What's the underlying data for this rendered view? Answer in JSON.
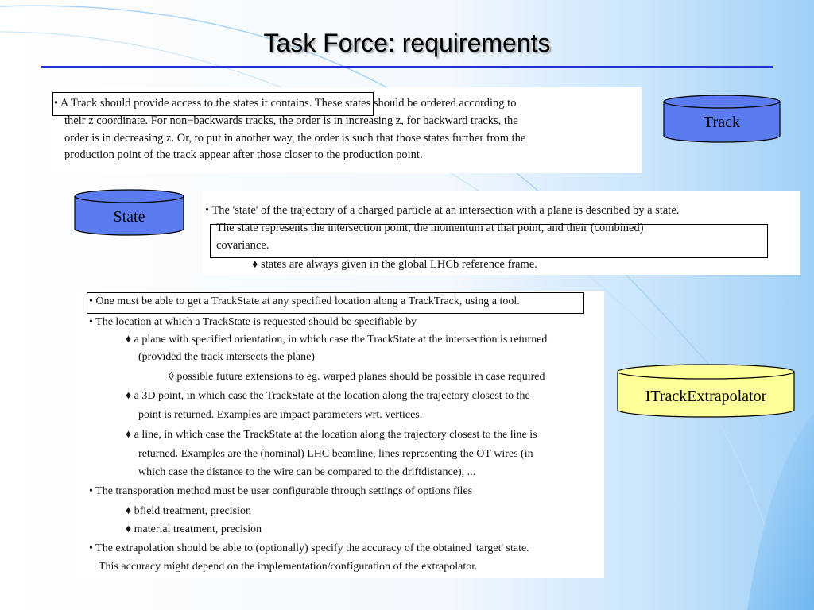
{
  "slide": {
    "title": "Task Force: requirements"
  },
  "track_panel": {
    "lines": [
      "• A Track should provide access to the states it contains. These states should be ordered according to",
      "their z coordinate. For non−backwards tracks, the order is in increasing z, for backward tracks, the",
      "order is in decreasing z. Or, to put in another way, the order is such that those states further from the",
      "production point of the track appear after those closer to the production point."
    ]
  },
  "state_panel": {
    "lines": [
      "• The 'state' of the trajectory of a charged particle at an intersection with a plane is described by a state.",
      "The state represents the intersection point, the momentum at that point, and their (combined)",
      "covariance.",
      "♦ states are always given in the global LHCb reference frame."
    ]
  },
  "extrapolator_panel": {
    "lines": [
      "• One must be able to get a TrackState at any specified location along a TrackTrack, using a tool.",
      "• The location at which a TrackState is requested should be specifiable by",
      "♦ a plane with specified orientation, in which case the TrackState at the intersection is returned",
      "(provided the track intersects the plane)",
      "◊ possible future extensions to eg. warped planes should be possible in case required",
      "♦ a 3D point, in which case the TrackState at the location along the trajectory closest to the",
      "point is returned. Examples are impact parameters wrt. vertices.",
      "♦ a line, in which case the TrackState at the location along the trajectory closest to the line is",
      "returned. Examples are the (nominal) LHC beamline, lines representing the OT wires (in",
      "which case the distance to the wire can be compared to the driftdistance), ...",
      "• The transporation method must be user configurable through settings of options files",
      "♦ bfield treatment, precision",
      "♦ material treatment, precision",
      "• The extrapolation should be able to (optionally) specify the accuracy of the obtained 'target' state.",
      "This accuracy might depend on the implementation/configuration of the extrapolator."
    ]
  },
  "cylinders": {
    "track": {
      "label": "Track",
      "color": "#5b7cf0"
    },
    "state": {
      "label": "State",
      "color": "#5b7cf0"
    },
    "extrapolator": {
      "label": "ITrackExtrapolator",
      "color": "#ffff99"
    }
  }
}
